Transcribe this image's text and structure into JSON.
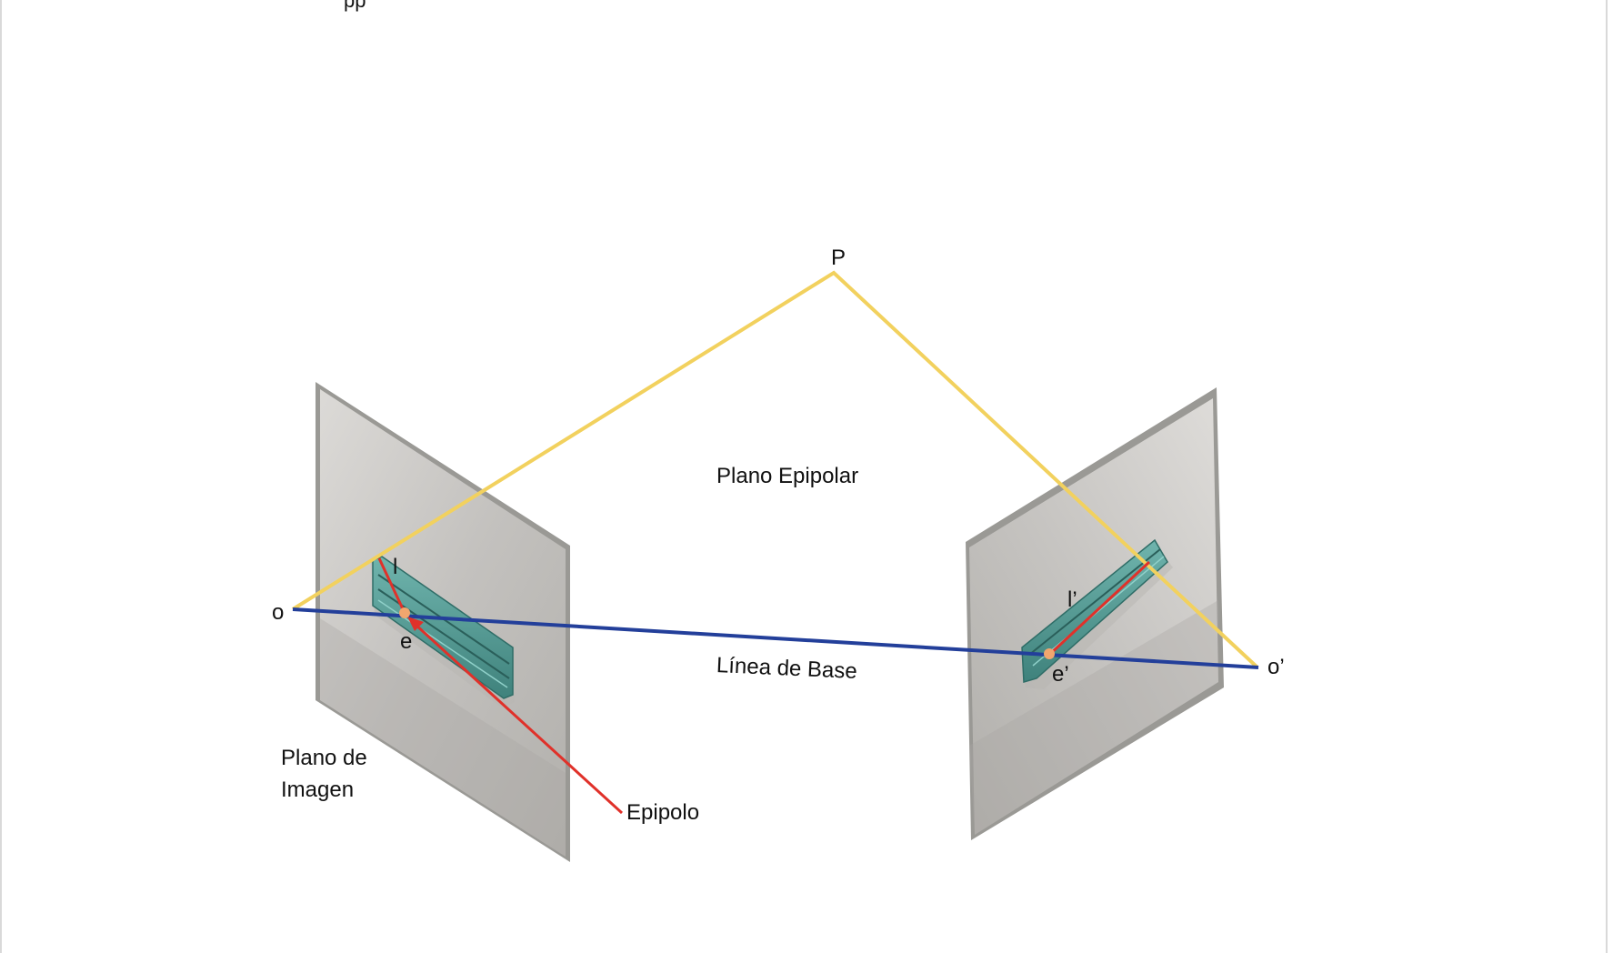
{
  "diagram": {
    "top_fragment": "pp",
    "labels": {
      "P": "P",
      "o": "o",
      "o_prime": "o’",
      "e": "e",
      "e_prime": "e’",
      "l": "l",
      "l_prime": "l’",
      "plano_epipolar": "Plano Epipolar",
      "linea_de_base": "Línea de Base",
      "plano_de_imagen_line1": "Plano de",
      "plano_de_imagen_line2": "Imagen",
      "epipolo": "Epipolo"
    },
    "colors": {
      "epipolar_plane_lines": "#f2d15e",
      "baseline": "#233f9a",
      "epipolar_line": "#e0312a",
      "epipole_point": "#f2a66e",
      "image_plane": "#c9c7c4",
      "image_plane_edge": "#8e8d8a",
      "object": "#4f9a93"
    }
  }
}
